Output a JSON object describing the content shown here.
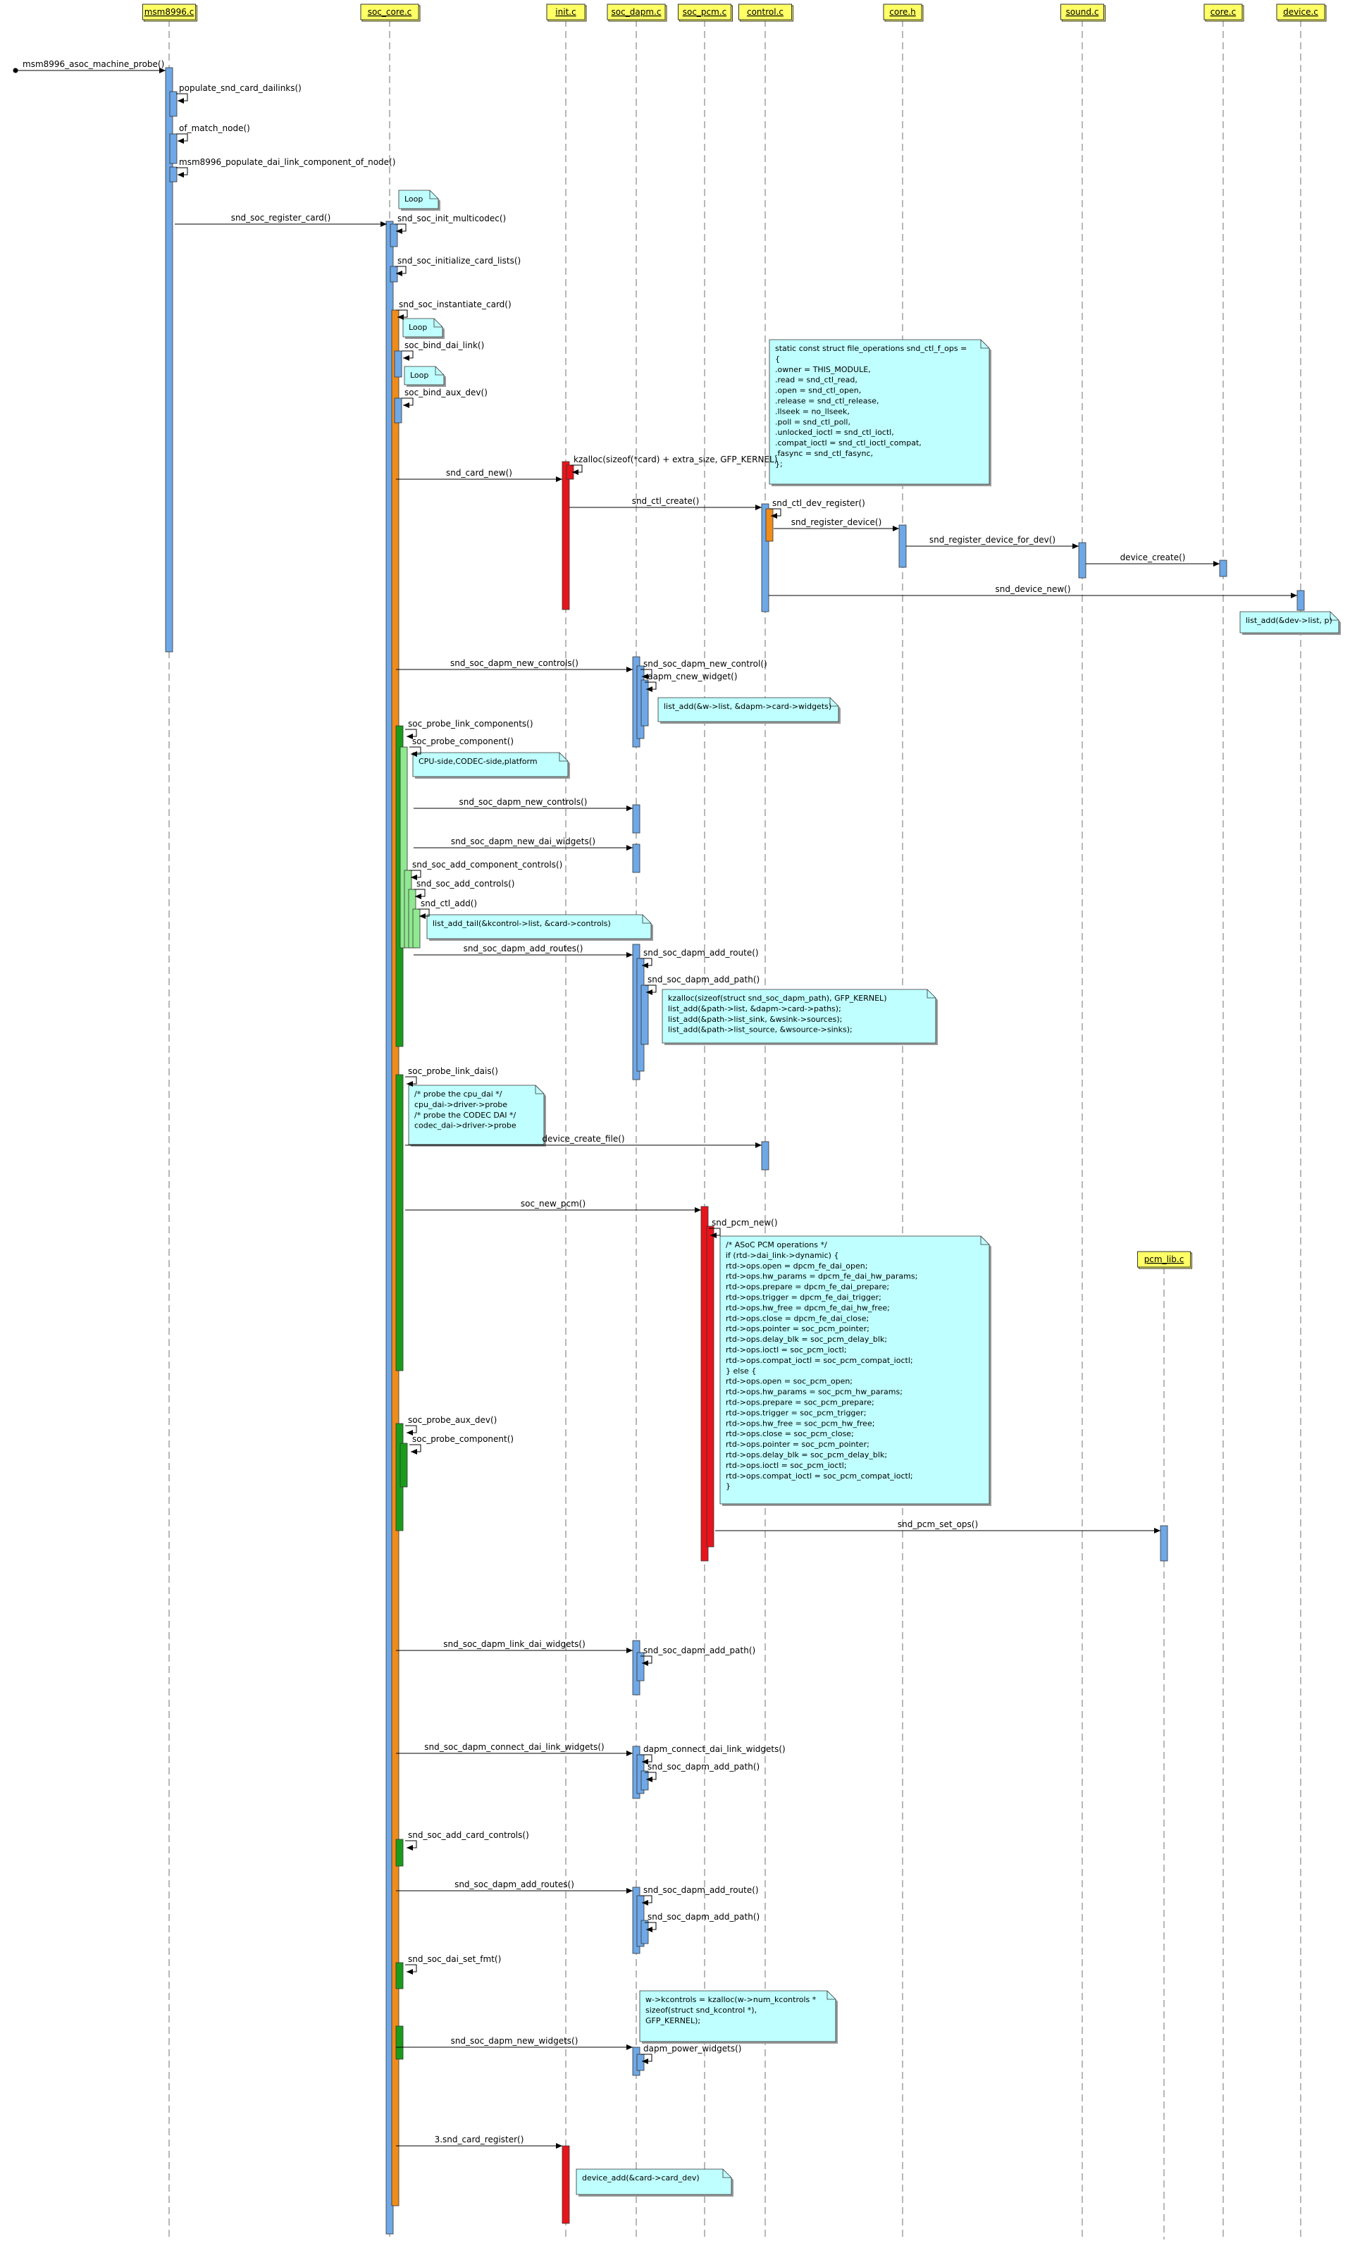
{
  "colors": {
    "head_fill": "#ffff66",
    "act_blue": "#6fa8e6",
    "act_orange": "#f08c1a",
    "act_red": "#e8141b",
    "act_green_dark": "#1a9c1a",
    "act_green_light": "#90e890",
    "note_fill": "#bfffff",
    "line": "#000000",
    "lifeline": "#888888"
  },
  "lifelines": [
    {
      "id": "msm",
      "label": "msm8996.c"
    },
    {
      "id": "soccore",
      "label": "soc_core.c"
    },
    {
      "id": "init",
      "label": "init.c"
    },
    {
      "id": "dapm",
      "label": "soc_dapm.c"
    },
    {
      "id": "pcm",
      "label": "soc_pcm.c"
    },
    {
      "id": "control",
      "label": "control.c"
    },
    {
      "id": "coreh",
      "label": "core.h"
    },
    {
      "id": "sound",
      "label": "sound.c"
    },
    {
      "id": "corec",
      "label": "core.c"
    },
    {
      "id": "device",
      "label": "device.c"
    },
    {
      "id": "pcmlib",
      "label": "pcm_lib.c"
    }
  ],
  "messages": [
    {
      "label": "msm8996_asoc_machine_probe()",
      "kind": "found"
    },
    {
      "label": "populate_snd_card_dailinks()",
      "kind": "self"
    },
    {
      "label": "of_match_node()",
      "kind": "self"
    },
    {
      "label": "msm8996_populate_dai_link_component_of_node()",
      "kind": "self"
    },
    {
      "label": "snd_soc_register_card()",
      "kind": "call"
    },
    {
      "label": "snd_soc_init_multicodec()",
      "kind": "self"
    },
    {
      "label": "snd_soc_initialize_card_lists()",
      "kind": "self"
    },
    {
      "label": "snd_soc_instantiate_card()",
      "kind": "self"
    },
    {
      "label": "soc_bind_dai_link()",
      "kind": "self"
    },
    {
      "label": "soc_bind_aux_dev()",
      "kind": "self"
    },
    {
      "label": "snd_card_new()",
      "kind": "call"
    },
    {
      "label": "kzalloc(sizeof(*card) + extra_size, GFP_KERNEL)",
      "kind": "self"
    },
    {
      "label": "snd_ctl_create()",
      "kind": "call"
    },
    {
      "label": "snd_ctl_dev_register()",
      "kind": "self"
    },
    {
      "label": "snd_register_device()",
      "kind": "call"
    },
    {
      "label": "snd_register_device_for_dev()",
      "kind": "call"
    },
    {
      "label": "device_create()",
      "kind": "call"
    },
    {
      "label": "snd_device_new()",
      "kind": "call"
    },
    {
      "label": "snd_soc_dapm_new_controls()",
      "kind": "call"
    },
    {
      "label": "snd_soc_dapm_new_control()",
      "kind": "self"
    },
    {
      "label": "dapm_cnew_widget()",
      "kind": "self"
    },
    {
      "label": "soc_probe_link_components()",
      "kind": "self"
    },
    {
      "label": "soc_probe_component()",
      "kind": "self"
    },
    {
      "label": "snd_soc_dapm_new_controls()",
      "kind": "call"
    },
    {
      "label": "snd_soc_dapm_new_dai_widgets()",
      "kind": "call"
    },
    {
      "label": "snd_soc_add_component_controls()",
      "kind": "self"
    },
    {
      "label": "snd_soc_add_controls()",
      "kind": "self"
    },
    {
      "label": "snd_ctl_add()",
      "kind": "self"
    },
    {
      "label": "snd_soc_dapm_add_routes()",
      "kind": "call"
    },
    {
      "label": "snd_soc_dapm_add_route()",
      "kind": "self"
    },
    {
      "label": "snd_soc_dapm_add_path()",
      "kind": "self"
    },
    {
      "label": "soc_probe_link_dais()",
      "kind": "self"
    },
    {
      "label": "device_create_file()",
      "kind": "call"
    },
    {
      "label": "soc_new_pcm()",
      "kind": "call"
    },
    {
      "label": "snd_pcm_new()",
      "kind": "self"
    },
    {
      "label": "soc_probe_aux_dev()",
      "kind": "self"
    },
    {
      "label": "soc_probe_component()",
      "kind": "self"
    },
    {
      "label": "snd_pcm_set_ops()",
      "kind": "call"
    },
    {
      "label": "snd_soc_dapm_link_dai_widgets()",
      "kind": "call"
    },
    {
      "label": "snd_soc_dapm_add_path()",
      "kind": "self"
    },
    {
      "label": "snd_soc_dapm_connect_dai_link_widgets()",
      "kind": "call"
    },
    {
      "label": "dapm_connect_dai_link_widgets()",
      "kind": "self"
    },
    {
      "label": "snd_soc_dapm_add_path()",
      "kind": "self"
    },
    {
      "label": "snd_soc_add_card_controls()",
      "kind": "self"
    },
    {
      "label": "snd_soc_dapm_add_routes()",
      "kind": "call"
    },
    {
      "label": "snd_soc_dapm_add_route()",
      "kind": "self"
    },
    {
      "label": "snd_soc_dapm_add_path()",
      "kind": "self"
    },
    {
      "label": "snd_soc_dai_set_fmt()",
      "kind": "self"
    },
    {
      "label": "snd_soc_dapm_new_widgets()",
      "kind": "call"
    },
    {
      "label": "dapm_power_widgets()",
      "kind": "self"
    },
    {
      "label": "3.snd_card_register()",
      "kind": "call"
    }
  ],
  "notes": [
    {
      "lines": [
        "Loop"
      ]
    },
    {
      "lines": [
        "Loop"
      ]
    },
    {
      "lines": [
        "Loop"
      ]
    },
    {
      "lines": [
        "static const struct file_operations snd_ctl_f_ops =",
        "{",
        " .owner = THIS_MODULE,",
        " .read = snd_ctl_read,",
        " .open = snd_ctl_open,",
        " .release = snd_ctl_release,",
        " .llseek = no_llseek,",
        " .poll = snd_ctl_poll,",
        " .unlocked_ioctl = snd_ctl_ioctl,",
        " .compat_ioctl = snd_ctl_ioctl_compat,",
        " .fasync = snd_ctl_fasync,",
        "};"
      ]
    },
    {
      "lines": [
        "list_add(&dev->list, p)"
      ]
    },
    {
      "lines": [
        "list_add(&w->list, &dapm->card->widgets)"
      ]
    },
    {
      "lines": [
        "CPU-side,CODEC-side,platform"
      ]
    },
    {
      "lines": [
        "list_add_tail(&kcontrol->list, &card->controls)"
      ]
    },
    {
      "lines": [
        "kzalloc(sizeof(struct snd_soc_dapm_path), GFP_KERNEL)",
        "  list_add(&path->list, &dapm->card->paths);",
        "  list_add(&path->list_sink, &wsink->sources);",
        "  list_add(&path->list_source, &wsource->sinks);"
      ]
    },
    {
      "lines": [
        "/* probe the cpu_dai */",
        "cpu_dai->driver->probe",
        "/* probe the CODEC DAI */",
        "codec_dai->driver->probe"
      ]
    },
    {
      "lines": [
        "/* ASoC PCM operations */",
        "if (rtd->dai_link->dynamic) {",
        "rtd->ops.open  = dpcm_fe_dai_open;",
        "rtd->ops.hw_params = dpcm_fe_dai_hw_params;",
        "rtd->ops.prepare = dpcm_fe_dai_prepare;",
        "rtd->ops.trigger = dpcm_fe_dai_trigger;",
        "rtd->ops.hw_free = dpcm_fe_dai_hw_free;",
        "rtd->ops.close  = dpcm_fe_dai_close;",
        "rtd->ops.pointer = soc_pcm_pointer;",
        "rtd->ops.delay_blk = soc_pcm_delay_blk;",
        "rtd->ops.ioctl  = soc_pcm_ioctl;",
        "rtd->ops.compat_ioctl   = soc_pcm_compat_ioctl;",
        "} else {",
        "rtd->ops.open  = soc_pcm_open;",
        "rtd->ops.hw_params = soc_pcm_hw_params;",
        "rtd->ops.prepare = soc_pcm_prepare;",
        "rtd->ops.trigger = soc_pcm_trigger;",
        "rtd->ops.hw_free = soc_pcm_hw_free;",
        "rtd->ops.close  = soc_pcm_close;",
        "rtd->ops.pointer = soc_pcm_pointer;",
        "rtd->ops.delay_blk = soc_pcm_delay_blk;",
        "rtd->ops.ioctl  = soc_pcm_ioctl;",
        "rtd->ops.compat_ioctl   = soc_pcm_compat_ioctl;",
        "}"
      ]
    },
    {
      "lines": [
        "w->kcontrols = kzalloc(w->num_kcontrols *",
        "  sizeof(struct snd_kcontrol *),",
        "  GFP_KERNEL);"
      ]
    },
    {
      "lines": [
        "device_add(&card->card_dev)"
      ]
    }
  ]
}
